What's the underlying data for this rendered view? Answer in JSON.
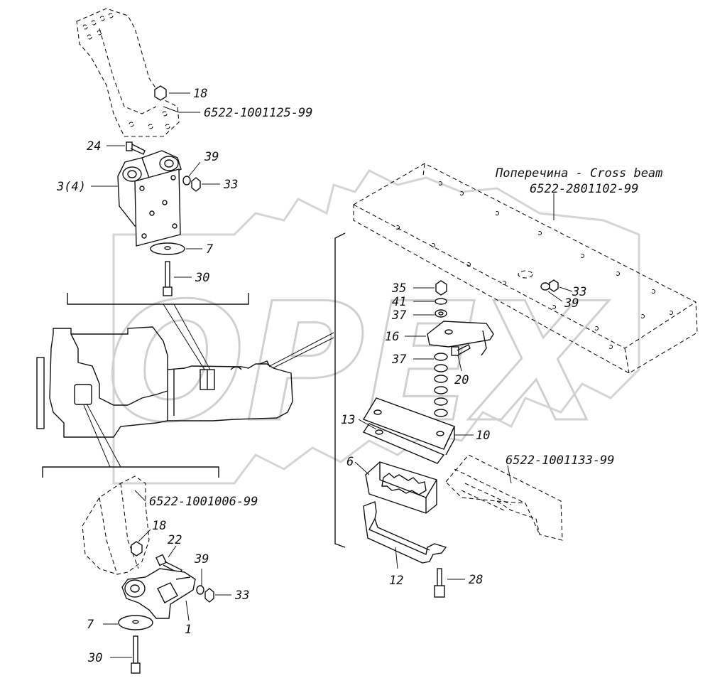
{
  "watermark": {
    "text": "OPEX"
  },
  "corner_mark": "",
  "labels": {
    "l18a": "18",
    "ref1125": "6522-1001125-99",
    "l24": "24",
    "l39a": "39",
    "l34": "3(4)",
    "l33a": "33",
    "l7a": "7",
    "l30a": "30",
    "crossbeam_title": "Поперечина - Cross beam",
    "crossbeam_ref": "6522-2801102-99",
    "l35": "35",
    "l41": "41",
    "l37a": "37",
    "l16": "16",
    "l37b": "37",
    "l20": "20",
    "l33b": "33",
    "l39b": "39",
    "l13": "13",
    "l10": "10",
    "l6": "6",
    "ref1133": "6522-1001133-99",
    "l12": "12",
    "l28": "28",
    "ref1006": "6522-1001006-99",
    "l18b": "18",
    "l22": "22",
    "l39c": "39",
    "l33c": "33",
    "l7b": "7",
    "l1": "1",
    "l30b": "30"
  }
}
